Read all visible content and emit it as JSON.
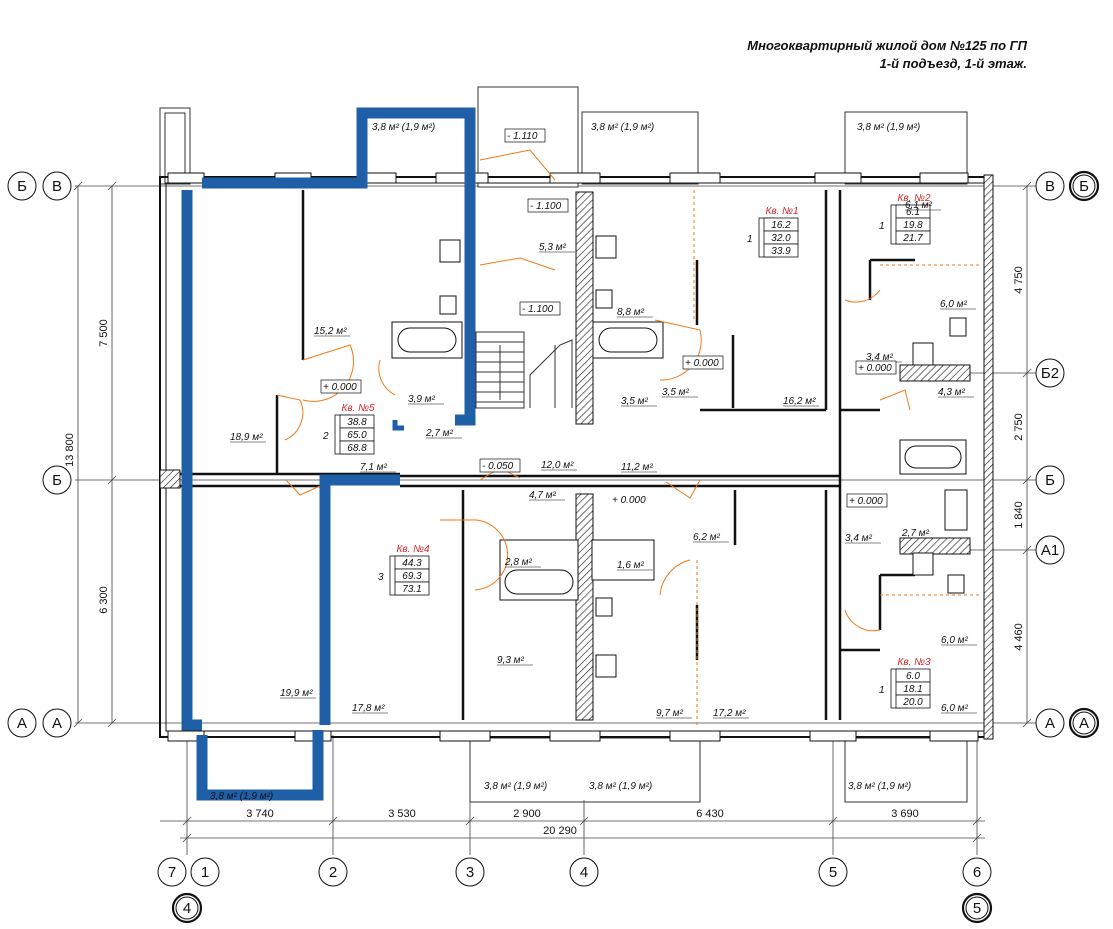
{
  "title": {
    "line1": "Многоквартирный жилой дом №125 по ГП",
    "line2": "1-й подъезд, 1-й этаж."
  },
  "axes": {
    "left": [
      "Б",
      "В",
      "Б",
      "А",
      "А"
    ],
    "right": [
      "В",
      "Б",
      "Б2",
      "Б",
      "А1",
      "А",
      "А"
    ],
    "bottom": [
      "7",
      "1",
      "2",
      "3",
      "4",
      "5",
      "6"
    ],
    "bottom_extra": [
      "4",
      "5"
    ]
  },
  "dims": {
    "bottom": [
      "3 740",
      "3 530",
      "2 900",
      "6 430",
      "3 690"
    ],
    "total": "20 290",
    "left_total": "13 800",
    "left": [
      "7 500",
      "6 300"
    ],
    "right": [
      "4 750",
      "2 750",
      "1 840",
      "4 460"
    ]
  },
  "levels": [
    "- 1.110",
    "- 1.100",
    "- 1.100",
    "+ 0.000",
    "+ 0.000",
    "+ 0.000",
    "+ 0.000",
    "- 0.050"
  ],
  "balconies": [
    "3,8 м² (1,9 м²)",
    "3,8 м² (1,9 м²)",
    "3,8 м² (1,9 м²)",
    "3,8 м² (1,9 м²)",
    "3,8 м² (1,9 м²)",
    "3,8 м² (1,9 м²)"
  ],
  "rooms": [
    "15,2 м²",
    "18,9 м²",
    "3,9 м²",
    "2,7 м²",
    "7,1 м²",
    "5,3 м²",
    "8,8 м²",
    "3,5 м²",
    "3,5 м²",
    "16,2 м²",
    "12,0 м²",
    "11,2 м²",
    "4,7 м²",
    "2,8 м²",
    "1,6 м²",
    "6,2 м²",
    "9,3 м²",
    "9,7 м²",
    "17,2 м²",
    "17,8 м²",
    "19,9 м²",
    "6,1 м²",
    "6,0 м²",
    "3,4 м²",
    "4,3 м²",
    "2,7 м²",
    "3,4 м²",
    "6,0 м²",
    "6,0 м²"
  ],
  "apartments": [
    {
      "name": "Кв. №1",
      "rooms": "1",
      "values": [
        "16.2",
        "32.0",
        "33.9"
      ]
    },
    {
      "name": "Кв. №2",
      "rooms": "1",
      "values": [
        "6.1",
        "19.8",
        "21.7"
      ]
    },
    {
      "name": "Кв. №3",
      "rooms": "1",
      "values": [
        "6.0",
        "18.1",
        "20.0"
      ]
    },
    {
      "name": "Кв. №4",
      "rooms": "3",
      "values": [
        "44.3",
        "69.3",
        "73.1"
      ]
    },
    {
      "name": "Кв. №5",
      "rooms": "2",
      "values": [
        "38.8",
        "65.0",
        "68.8"
      ]
    }
  ],
  "colors": {
    "highlight": "#1f5fa8",
    "door": "#f07a1a",
    "wall": "#111111",
    "apt_label": "#d2232a"
  }
}
